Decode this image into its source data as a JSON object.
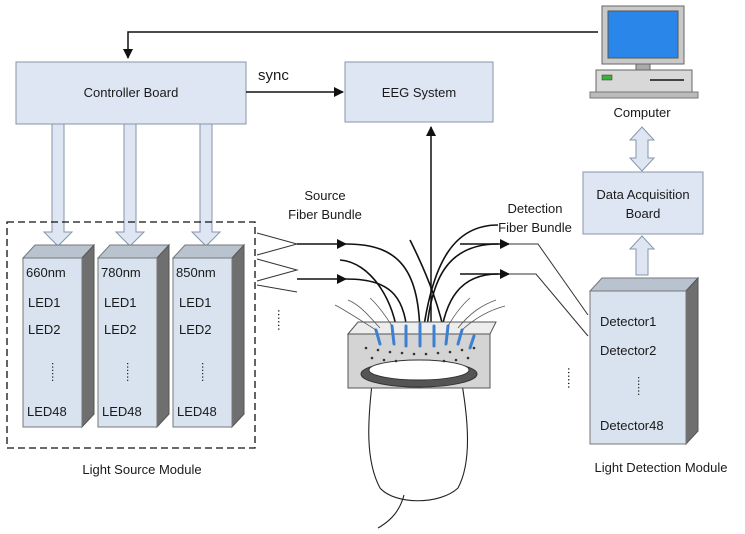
{
  "controller": {
    "label": "Controller Board"
  },
  "eeg": {
    "label": "EEG System"
  },
  "sync": {
    "label": "sync"
  },
  "computer": {
    "label": "Computer"
  },
  "daq": {
    "line1": "Data Acquisition",
    "line2": "Board"
  },
  "source_bundle": {
    "line1": "Source",
    "line2": "Fiber Bundle"
  },
  "detection_bundle": {
    "line1": "Detection",
    "line2": "Fiber Bundle"
  },
  "light_source_module": {
    "label": "Light Source Module"
  },
  "light_detection_module": {
    "label": "Light Detection Module"
  },
  "led_columns": [
    {
      "wavelength": "660nm",
      "led1": "LED1",
      "led2": "LED2",
      "dots": "......",
      "last": "LED48"
    },
    {
      "wavelength": "780nm",
      "led1": "LED1",
      "led2": "LED2",
      "dots": "......",
      "last": "LED48"
    },
    {
      "wavelength": "850nm",
      "led1": "LED1",
      "led2": "LED2",
      "dots": "......",
      "last": "LED48"
    }
  ],
  "detector": {
    "d1": "Detector1",
    "d2": "Detector2",
    "dots": "......",
    "last": "Detector48"
  },
  "colors": {
    "box_fill": "#dde6f2",
    "box_stroke": "#8796aa",
    "optode": "#3d7fd1",
    "dark": "#5f5f5f"
  }
}
